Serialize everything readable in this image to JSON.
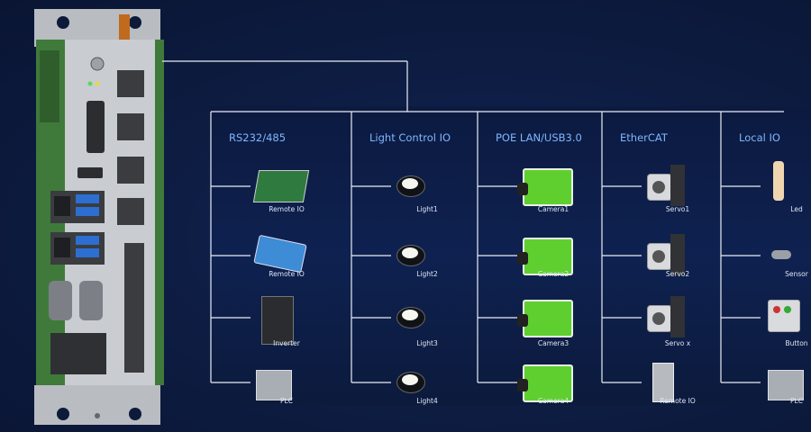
{
  "columns": [
    {
      "title": "RS232/485",
      "devices": [
        {
          "label": "Remote IO",
          "icon": "io-board-icon"
        },
        {
          "label": "Remote IO",
          "icon": "remote-io-module-icon"
        },
        {
          "label": "Inverter",
          "icon": "inverter-icon"
        },
        {
          "label": "PLC",
          "icon": "plc-icon"
        }
      ]
    },
    {
      "title": "Light Control IO",
      "devices": [
        {
          "label": "Light1",
          "icon": "ring-light-icon"
        },
        {
          "label": "Light2",
          "icon": "ring-light-icon"
        },
        {
          "label": "Light3",
          "icon": "ring-light-icon"
        },
        {
          "label": "Light4",
          "icon": "ring-light-icon"
        }
      ]
    },
    {
      "title": "POE LAN/USB3.0",
      "devices": [
        {
          "label": "Camera1",
          "icon": "camera-icon"
        },
        {
          "label": "Camera2",
          "icon": "camera-icon"
        },
        {
          "label": "Camera3",
          "icon": "camera-icon"
        },
        {
          "label": "Camera4",
          "icon": "camera-icon"
        }
      ]
    },
    {
      "title": "EtherCAT",
      "devices": [
        {
          "label": "Servo1",
          "icon": "servo-motor-icon"
        },
        {
          "label": "Servo2",
          "icon": "servo-motor-icon"
        },
        {
          "label": "Servo x",
          "icon": "servo-motor-icon"
        },
        {
          "label": "Remote IO",
          "icon": "remote-io-rack-icon"
        }
      ]
    },
    {
      "title": "Local IO",
      "devices": [
        {
          "label": "Led",
          "icon": "led-icon"
        },
        {
          "label": "Sensor",
          "icon": "sensor-icon"
        },
        {
          "label": "Button",
          "icon": "button-box-icon"
        },
        {
          "label": "PLC",
          "icon": "plc-icon"
        }
      ]
    }
  ],
  "colors": {
    "background": "#0d1a3a",
    "line": "#e8edf5",
    "header_text": "#7fb6ff",
    "controller_green": "#3f7a3a",
    "controller_gray": "#c9ccd0",
    "camera_green": "#5fcf2f"
  }
}
